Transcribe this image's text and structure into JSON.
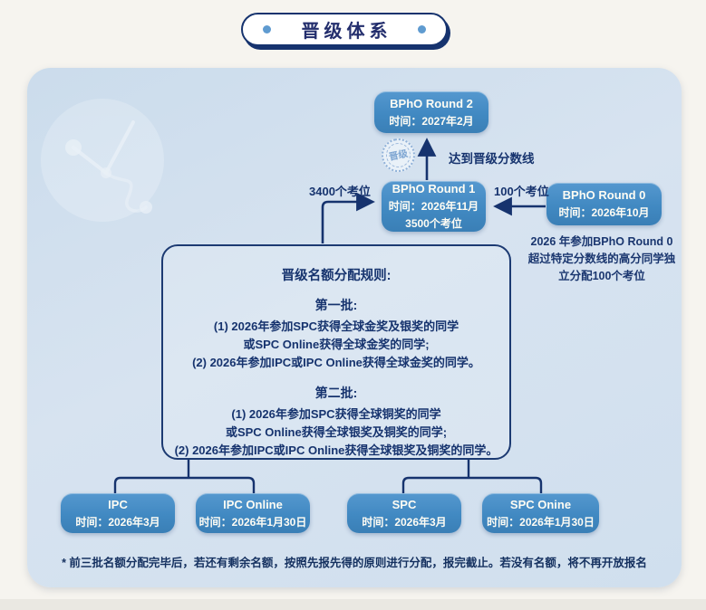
{
  "title": {
    "label": "晋级体系"
  },
  "nodes": {
    "round2": {
      "name": "BPhO Round 2",
      "time": "时间：2027年2月"
    },
    "round1": {
      "name": "BPhO Round 1",
      "time": "时间：2026年11月",
      "seats": "3500个考位"
    },
    "round0": {
      "name": "BPhO Round 0",
      "time": "时间：2026年10月"
    },
    "ipc": {
      "name": "IPC",
      "time": "时间：2026年3月"
    },
    "ipc_online": {
      "name": "IPC Online",
      "time": "时间：2026年1月30日"
    },
    "spc": {
      "name": "SPC",
      "time": "时间：2026年3月"
    },
    "spc_online": {
      "name": "SPC Onine",
      "time": "时间：2026年1月30日"
    }
  },
  "labels": {
    "left_seats": "3400个考位",
    "right_seats": "100个考位",
    "promotion_line": "达到晋级分数线",
    "seal": "晋级",
    "round0_note": "2026 年参加BPhO Round 0\n超过特定分数线的高分同学独\n立分配100个考位"
  },
  "rules": {
    "title": "晋级名额分配规则:",
    "batch1_title": "第一批:",
    "batch1_lines": "(1) 2026年参加SPC获得全球金奖及银奖的同学\n或SPC Online获得全球金奖的同学;\n(2) 2026年参加IPC或IPC Online获得全球金奖的同学。",
    "batch2_title": "第二批:",
    "batch2_lines": "(1) 2026年参加SPC获得全球铜奖的同学\n或SPC Online获得全球银奖及铜奖的同学;\n(2) 2026年参加IPC或IPC Online获得全球银奖及铜奖的同学。"
  },
  "footnote": "* 前三批名额分配完毕后，若还有剩余名额，按照先报先得的原则进行分配，报完截止。若没有名额，将不再开放报名",
  "colors": {
    "accent_navy": "#16336e",
    "node_blue": "#4690c8",
    "panel_blue": "#d3e0ee",
    "background": "#f6f4ef",
    "dot_blue": "#5f9bd0",
    "seal_blue": "#8fb0d8"
  }
}
